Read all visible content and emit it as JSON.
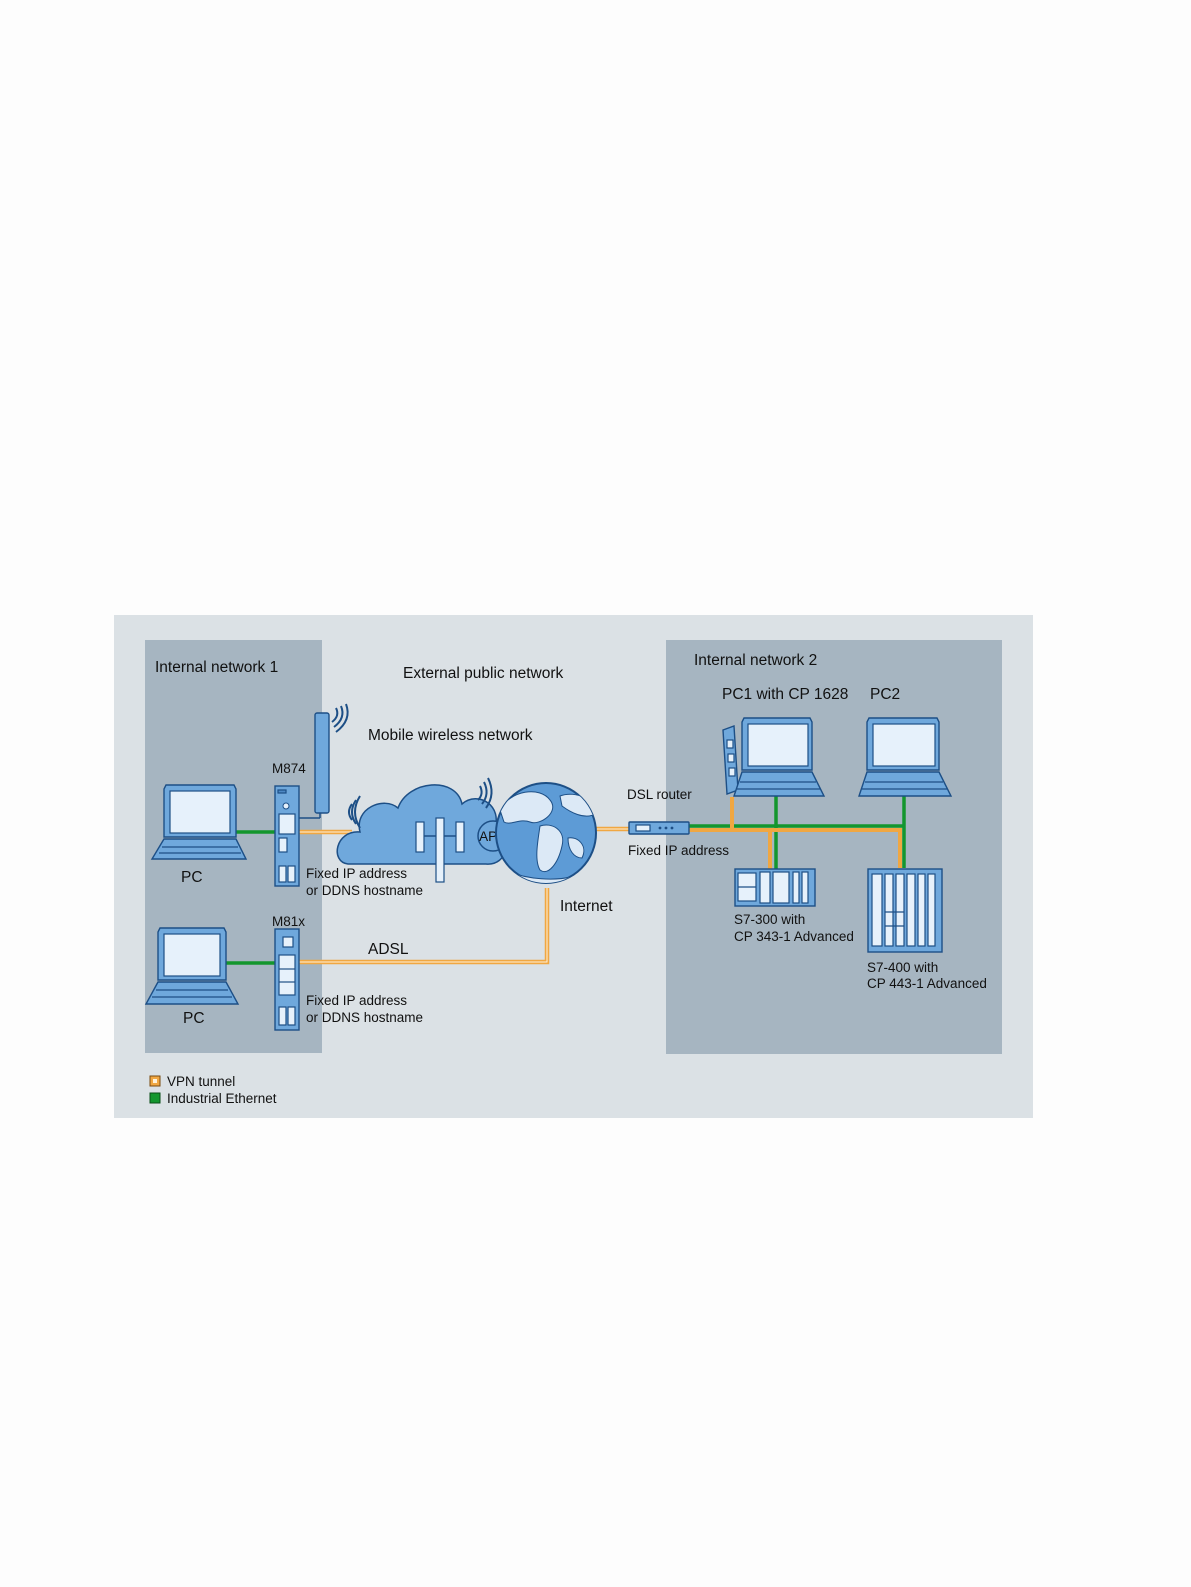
{
  "colors": {
    "vpn_tunnel": "#f0a742",
    "industrial_ethernet": "#13962e",
    "panel_background": "#dbe1e5",
    "network_zone": "#a6b5c1",
    "device_blue": "#6fa8dc"
  },
  "zones": {
    "internal_network_1": "Internal network 1",
    "external_public_network": "External public network",
    "internal_network_2": "Internal network 2"
  },
  "labels": {
    "mobile_wireless_network": "Mobile wireless network",
    "m874": "M874",
    "m81x": "M81x",
    "pc_top": "PC",
    "pc_bottom": "PC",
    "apn": "APN",
    "fixed_ip_1_line1": "Fixed IP address",
    "fixed_ip_1_line2": "or DDNS hostname",
    "fixed_ip_2_line1": "Fixed IP address",
    "fixed_ip_2_line2": "or DDNS hostname",
    "adsl": "ADSL",
    "internet": "Internet",
    "dsl_router": "DSL router",
    "fixed_ip_router": "Fixed IP address",
    "pc1": "PC1 with CP 1628",
    "pc2": "PC2",
    "s7_300_line1": "S7-300 with",
    "s7_300_line2": "CP 343-1 Advanced",
    "s7_400_line1": "S7-400 with",
    "s7_400_line2": "CP 443-1 Advanced"
  },
  "legend": {
    "vpn_tunnel": "VPN tunnel",
    "industrial_ethernet": "Industrial Ethernet"
  },
  "icons": [
    "laptop-icon",
    "scalance-m874-router-icon",
    "scalance-m81x-router-icon",
    "antenna-icon",
    "cloud-icon",
    "cell-tower-icon",
    "globe-icon",
    "dsl-router-icon",
    "cp1628-card-icon",
    "s7-300-plc-icon",
    "s7-400-plc-icon"
  ]
}
